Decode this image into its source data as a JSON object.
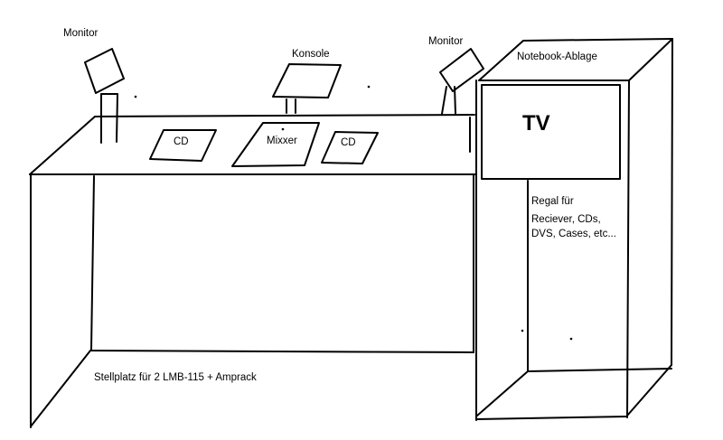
{
  "labels": {
    "monitor_left": "Monitor",
    "monitor_right": "Monitor",
    "konsole": "Konsole",
    "notebook_ablage": "Notebook-Ablage",
    "cd_left": "CD",
    "mixxer": "Mixxer",
    "cd_right": "CD",
    "tv": "TV",
    "regal_line1": "Regal für",
    "regal_line2": "Reciever, CDs,",
    "regal_line3": "DVS, Cases, etc...",
    "stellplatz": "Stellplatz für 2 LMB-115 + Amprack"
  },
  "colors": {
    "stroke": "#000000",
    "background": "#ffffff"
  }
}
